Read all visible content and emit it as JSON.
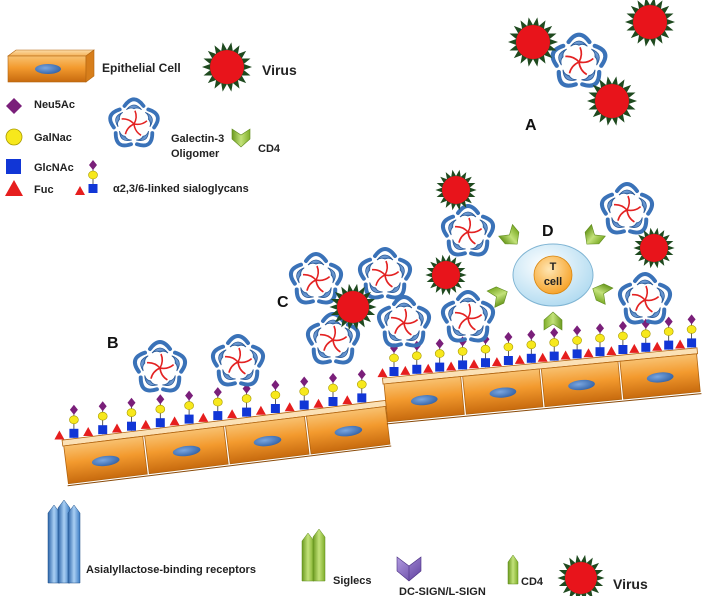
{
  "legend": {
    "epithelial_cell": "Epithelial Cell",
    "virus": "Virus",
    "neu5ac": "Neu5Ac",
    "galnac": "GalNac",
    "glcnac": "GlcNAc",
    "fuc": "Fuc",
    "galectin_line1": "Galectin-3",
    "galectin_line2": "Oligomer",
    "cd4": "CD4",
    "sialoglycans": "α2,3/6-linked sialoglycans"
  },
  "panels": {
    "a": "A",
    "b": "B",
    "c": "C",
    "d": "D"
  },
  "tcell": {
    "line1": "T",
    "line2": "cell"
  },
  "bottom_legend": {
    "asialyllactose": "Asialyllactose-binding receptors",
    "siglecs": "Siglecs",
    "dcsign": "DC-SIGN/L-SIGN",
    "cd4": "CD4",
    "virus": "Virus"
  },
  "colors": {
    "cell_orange": "#f39a2e",
    "nucleus_blue": "#4a7cc0",
    "virus_red": "#e8141b",
    "virus_spike": "#1f4a1f",
    "neu5ac_purple": "#7a1f7a",
    "galnac_yellow": "#f7e81c",
    "glcnac_blue": "#1136d6",
    "fuc_red": "#e61e1e",
    "galectin_blue": "#4f86c6",
    "galectin_link": "#e32222",
    "cd4_green": "#9bc53d",
    "tcell_fill": "#c8e6f5",
    "tcell_nucleus": "#f5a623",
    "dcsign_purple": "#8a6ec2",
    "receptor_blue": "#4b8fd6"
  }
}
